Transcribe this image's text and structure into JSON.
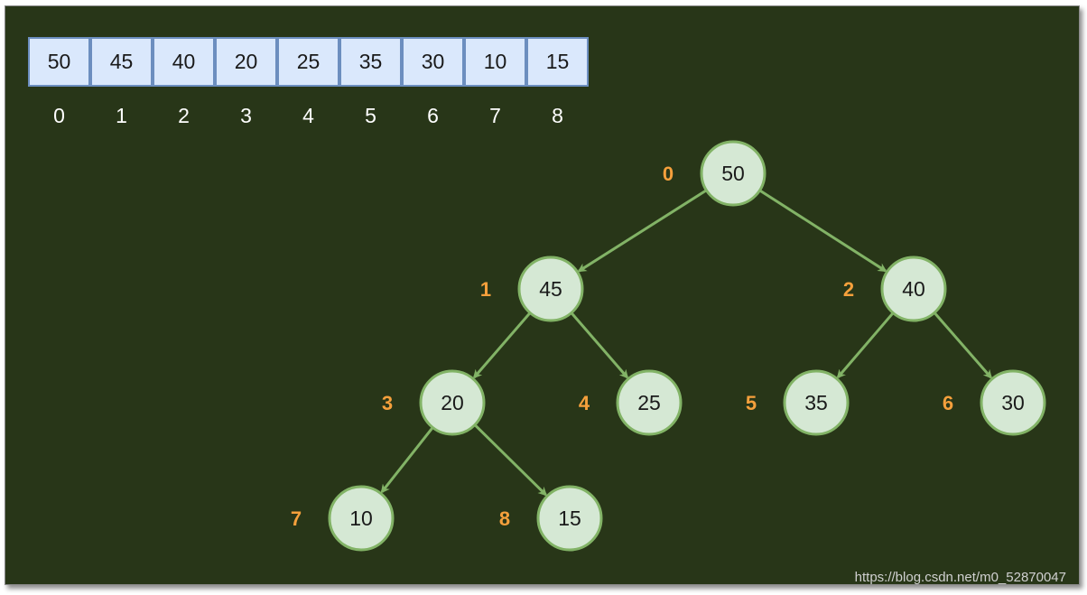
{
  "array": {
    "values": [
      "50",
      "45",
      "40",
      "20",
      "25",
      "35",
      "30",
      "10",
      "15"
    ],
    "indices": [
      "0",
      "1",
      "2",
      "3",
      "4",
      "5",
      "6",
      "7",
      "8"
    ]
  },
  "tree": {
    "nodes": [
      {
        "value": "50",
        "index": "0"
      },
      {
        "value": "45",
        "index": "1"
      },
      {
        "value": "40",
        "index": "2"
      },
      {
        "value": "20",
        "index": "3"
      },
      {
        "value": "25",
        "index": "4"
      },
      {
        "value": "35",
        "index": "5"
      },
      {
        "value": "30",
        "index": "6"
      },
      {
        "value": "10",
        "index": "7"
      },
      {
        "value": "15",
        "index": "8"
      }
    ],
    "edges": [
      [
        0,
        1
      ],
      [
        0,
        2
      ],
      [
        1,
        3
      ],
      [
        1,
        4
      ],
      [
        2,
        5
      ],
      [
        2,
        6
      ],
      [
        3,
        7
      ],
      [
        3,
        8
      ]
    ]
  },
  "colors": {
    "background": "#283618",
    "cell_fill": "#dae8fc",
    "cell_border": "#6c8ebf",
    "node_fill": "#d5e8d4",
    "node_border": "#82b366",
    "index_label": "#f5a03c"
  },
  "watermark": "https://blog.csdn.net/m0_52870047"
}
